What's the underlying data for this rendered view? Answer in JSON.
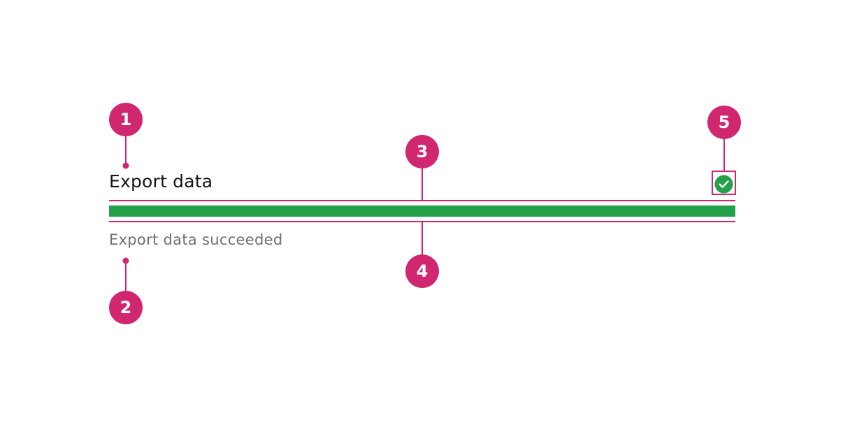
{
  "progress": {
    "label": "Export data",
    "helper_text": "Export data succeeded",
    "value": 1.0,
    "status": "success",
    "status_icon": "checkmark-filled-icon"
  },
  "callouts": [
    {
      "number": "1"
    },
    {
      "number": "2"
    },
    {
      "number": "3"
    },
    {
      "number": "4"
    },
    {
      "number": "5"
    }
  ],
  "colors": {
    "callout": "#d12771",
    "fill": "#24a148",
    "label": "#161616",
    "helper": "#6f6f6f"
  }
}
